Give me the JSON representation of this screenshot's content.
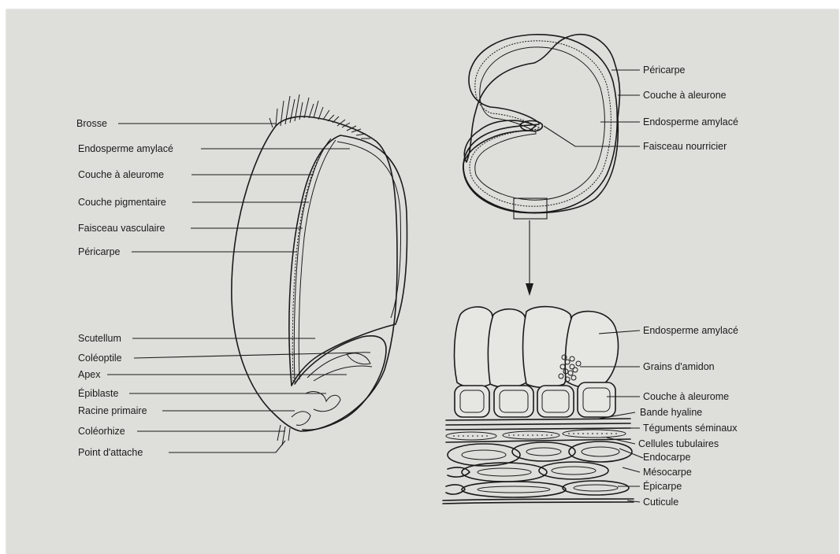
{
  "grain_labels": {
    "brosse": "Brosse",
    "endosperme": "Endosperme amylacé",
    "aleurome": "Couche à aleurome",
    "pigmentaire": "Couche pigmentaire",
    "vasculaire": "Faisceau vasculaire",
    "pericarpe": "Péricarpe",
    "scutellum": "Scutellum",
    "coleoptile": "Coléoptile",
    "apex": "Apex",
    "epiblaste": "Épiblaste",
    "racine": "Racine primaire",
    "coleorhize": "Coléorhize",
    "attache": "Point d'attache"
  },
  "section_labels": {
    "pericarpe": "Péricarpe",
    "aleurone": "Couche à aleurone",
    "endosperme": "Endosperme amylacé",
    "faisceau": "Faisceau nourricier"
  },
  "detail_labels": {
    "endosperme": "Endosperme amylacé",
    "grains": "Grains d'amidon",
    "aleurome": "Couche à aleurome",
    "hyaline": "Bande hyaline",
    "teguments": "Téguments séminaux",
    "tubulaires": "Cellules tubulaires",
    "endocarpe": "Endocarpe",
    "mesocarpe": "Mésocarpe",
    "epicarpe": "Épicarpe",
    "cuticule": "Cuticule"
  }
}
